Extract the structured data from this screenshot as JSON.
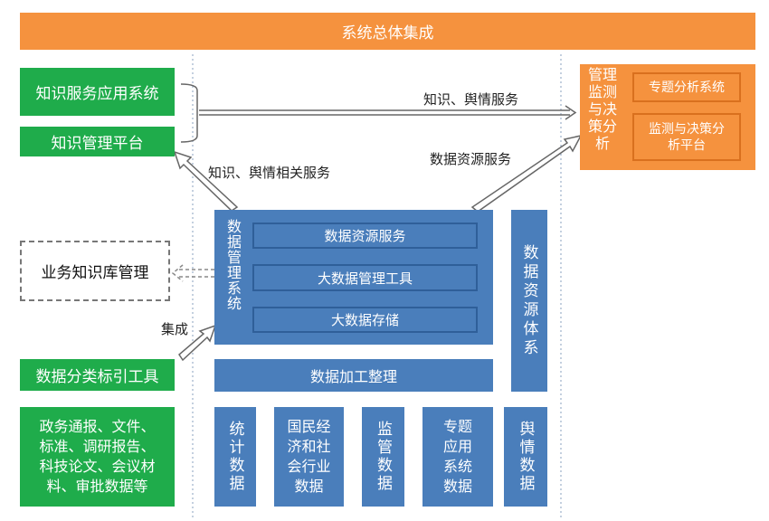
{
  "top_bar": "系统总体集成",
  "left": {
    "knowledge_service_app": "知识服务应用系统",
    "knowledge_platform": "知识管理平台",
    "business_kb": "业务知识库管理",
    "classification_tool": "数据分类标引工具",
    "sources": "政务通报、文件、\n标准、调研报告、\n科技论文、会议材\n料、审批数据等"
  },
  "labels": {
    "knowledge_public_service": "知识、舆情服务",
    "data_resource_service": "数据资源服务",
    "related_service": "知识、舆情相关服务",
    "integration": "集成"
  },
  "decision": {
    "title": "管理监测与决策分析",
    "topic_system": "专题分析系统",
    "platform": "监测与决策分\n析平台"
  },
  "dms": {
    "title": "数据管理系统",
    "items": [
      "数据资源服务",
      "大数据管理工具",
      "大数据存储"
    ]
  },
  "resource_system": "数据资源体系",
  "processing": "数据加工整理",
  "bottom": [
    "统计数据",
    "国民经\n济和社\n会行业\n数据",
    "监管数据",
    "专题\n应用\n系统\n数据",
    "舆情数据"
  ],
  "colors": {
    "orange": "#f5923e",
    "green": "#1fac4b",
    "blue": "#4a7ebb"
  }
}
